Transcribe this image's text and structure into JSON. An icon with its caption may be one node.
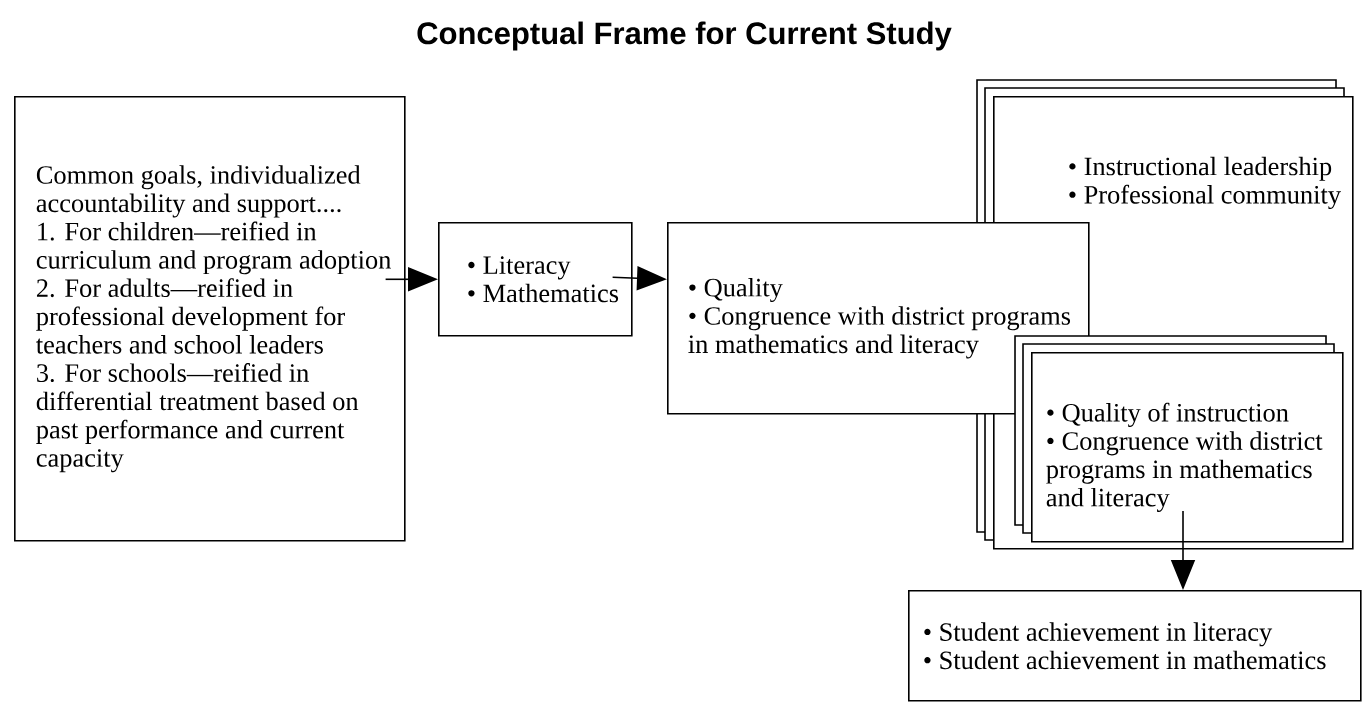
{
  "diagram": {
    "title": "Conceptual Frame for Current Study",
    "nodes": [
      {
        "text": [
          "Common goals, individualized accountability and support....",
          "1. For children—reified in curriculum and program adoption",
          "2. For adults—reified in professional development for teachers and school leaders",
          "3. For schools—reified in differential treatment based on past performance and current capacity"
        ]
      },
      {
        "text": [
          "• Literacy",
          "• Mathematics"
        ]
      },
      {
        "text": [
          "• Quality",
          "• Congruence with district programs in mathematics and literacy"
        ]
      },
      {
        "text": [
          "• Instructional leadership",
          "• Professional community"
        ]
      },
      {
        "text": [
          "• Quality of instruction",
          "• Congruence with district programs in mathematics and literacy"
        ],
        "in": 3
      },
      {
        "text": [
          "• Student achievement in literacy",
          "• Student achievement in mathematics"
        ]
      }
    ],
    "edges": [
      {
        "from": 0,
        "to": 1,
        "arrow": "to"
      },
      {
        "from": 1,
        "to": 2,
        "arrow": "to"
      },
      {
        "from": 4,
        "to": 5,
        "arrow": "to"
      }
    ]
  }
}
